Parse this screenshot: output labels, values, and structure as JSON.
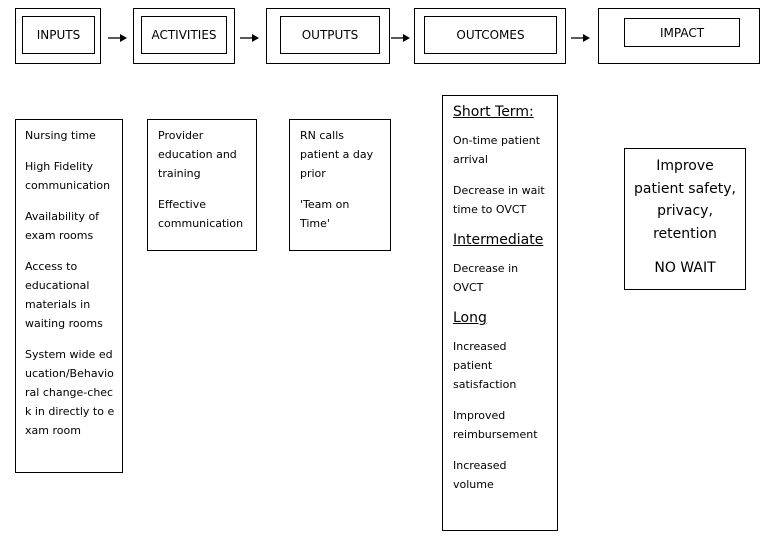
{
  "headers": {
    "inputs": "INPUTS",
    "activities": "ACTIVITIES",
    "outputs": "OUTPUTS",
    "outcomes": "OUTCOMES",
    "impact": "IMPACT"
  },
  "inputs": [
    "Nursing time",
    "High Fidelity communication",
    "Availability of exam rooms",
    "Access to educational materials in waiting rooms",
    "System wide education/Behavioral change-check in directly to exam room"
  ],
  "activities": [
    "Provider education and training",
    "Effective communication"
  ],
  "outputs": [
    "RN calls patient a day prior",
    "'Team on Time'"
  ],
  "outcomes": {
    "short_term": {
      "label": "Short Term:",
      "items": [
        "On-time patient arrival",
        "Decrease in wait time to OVCT"
      ]
    },
    "intermediate": {
      "label": "Intermediate",
      "items": [
        "Decrease in OVCT"
      ]
    },
    "long": {
      "label": "Long",
      "items": [
        "Increased patient satisfaction",
        "Improved reimbursement",
        "Increased volume"
      ]
    }
  },
  "impact": {
    "text": "Improve patient safety, privacy, retention",
    "emphasis": "NO WAIT"
  }
}
